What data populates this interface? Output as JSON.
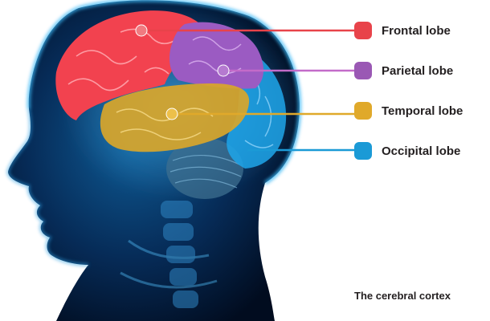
{
  "lobes": [
    {
      "label": "Frontal lobe",
      "color": "#e8434a"
    },
    {
      "label": "Parietal lobe",
      "color": "#9a58b4"
    },
    {
      "label": "Temporal lobe",
      "color": "#e0a92a"
    },
    {
      "label": "Occipital lobe",
      "color": "#1b9ad6"
    }
  ],
  "caption": "The cerebral cortex",
  "colors": {
    "background": "#ffffff",
    "head_glow": "#2aa6e8",
    "head_dark": "#03142e"
  }
}
